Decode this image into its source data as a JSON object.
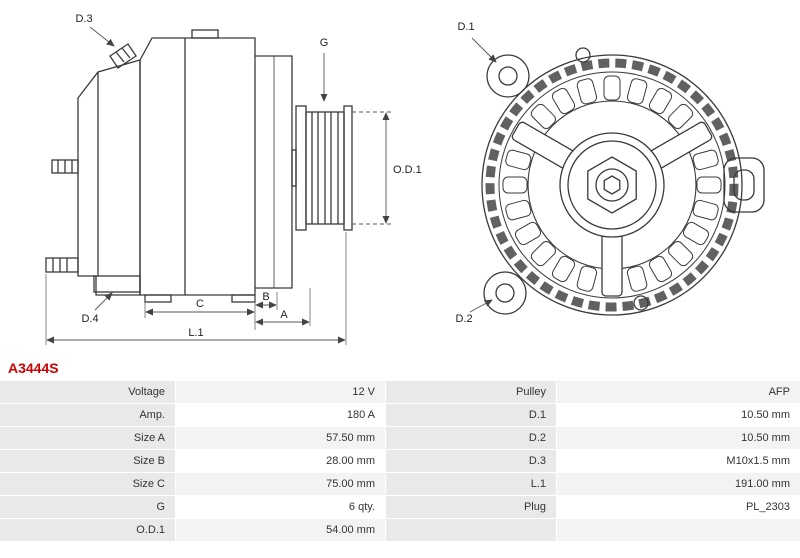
{
  "part_number": "A3444S",
  "colors": {
    "part_number_red": "#cc0000",
    "table_label_bg": "#e9e9e9",
    "table_alt_row_bg": "#f3f3f3",
    "drawing_line": "#3a3a3a"
  },
  "diagram": {
    "side_view_labels": {
      "d3": "D.3",
      "d4": "D.4",
      "g": "G",
      "od1": "O.D.1",
      "c": "C",
      "b": "B",
      "a": "A",
      "l1": "L.1"
    },
    "front_view_labels": {
      "d1": "D.1",
      "d2": "D.2"
    }
  },
  "table": {
    "rows": [
      {
        "l_label": "Voltage",
        "l_value": "12 V",
        "r_label": "Pulley",
        "r_value": "AFP"
      },
      {
        "l_label": "Amp.",
        "l_value": "180 A",
        "r_label": "D.1",
        "r_value": "10.50 mm"
      },
      {
        "l_label": "Size A",
        "l_value": "57.50 mm",
        "r_label": "D.2",
        "r_value": "10.50 mm"
      },
      {
        "l_label": "Size B",
        "l_value": "28.00 mm",
        "r_label": "D.3",
        "r_value": "M10x1.5 mm"
      },
      {
        "l_label": "Size C",
        "l_value": "75.00 mm",
        "r_label": "L.1",
        "r_value": "191.00 mm"
      },
      {
        "l_label": "G",
        "l_value": "6 qty.",
        "r_label": "Plug",
        "r_value": "PL_2303"
      },
      {
        "l_label": "O.D.1",
        "l_value": "54.00 mm",
        "r_label": "",
        "r_value": ""
      }
    ]
  }
}
